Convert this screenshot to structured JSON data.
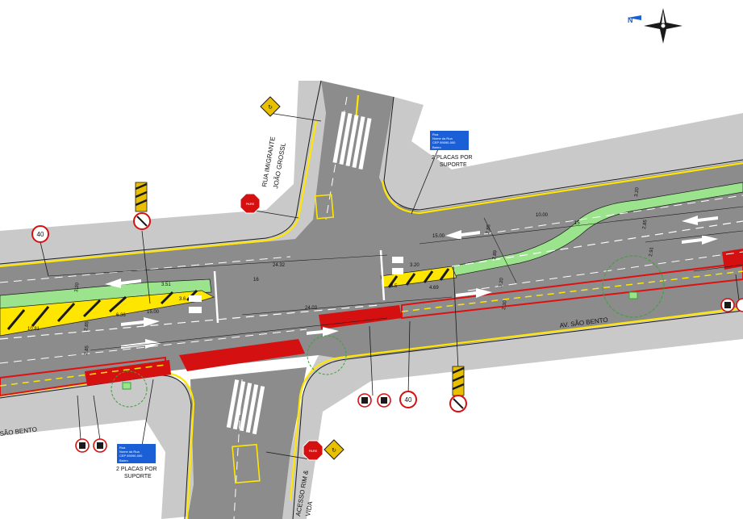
{
  "streets": {
    "av_sao_bento": "AV. SÃO BENTO",
    "sao_bento_cut": "SÃO BENTO",
    "rua_imigrante_l1": "RUA IMIGRANTE",
    "rua_imigrante_l2": "JOÃO GROSSL",
    "acesso_l1": "ACESSO RIM &",
    "acesso_l2": "VIDA"
  },
  "placas": {
    "suporte_note_l1": "2 PLACAS POR",
    "suporte_note_l2": "SUPORTE",
    "street_sign_l1": "Rua",
    "street_sign_l2": "Nome da Rua",
    "street_sign_l3": "CEP 89090-000",
    "street_sign_l4": "Bairro",
    "stop_label": "PARE",
    "speed_limit": "40"
  },
  "dimensions": {
    "d_24_32": "24.32",
    "d_24_03": "24.03",
    "d_15_00a": "15.00",
    "d_15_00b": "15.00",
    "d_10_00": "10.00",
    "d_3_20a": "3.20",
    "d_3_20b": "3.20",
    "d_3_20c": "3.20",
    "d_3_20d": "3.20",
    "d_2_85a": "2.85",
    "d_2_85b": "2.85",
    "d_2_85c": "2.85",
    "d_2_85d": "2.85",
    "d_2_91": "2.91",
    "d_2_89": "2.89",
    "d_2_30": "2.30",
    "d_3_51": "3.51",
    "d_4_69": "4.69",
    "d_6_36": "6.36",
    "d_10_81": "10.81",
    "d_3_5": "3.5",
    "d_3_6": "3.6",
    "d_16": "16",
    "d_15": "15"
  },
  "compass": {
    "north": "N"
  },
  "colors": {
    "asphalt": "#8c8c8c",
    "sidewalk": "#c9c9c9",
    "curb": "#ffe600",
    "bike_lane": "#9be38c",
    "bus_lane": "#e01010",
    "sign_blue": "#1a5fd6",
    "tree": "#3aa336"
  }
}
